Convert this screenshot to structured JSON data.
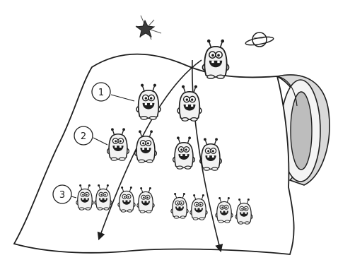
{
  "labels": {
    "level_1": "1",
    "level_2": "2",
    "level_3": "3"
  },
  "colors": {
    "ink": "#1e1e1e",
    "paper": "#ffffff",
    "shade": "#d9d9d9",
    "alien_skin": "#f2f2f2",
    "star": "#3a3a3a"
  },
  "icons": [
    "star-icon",
    "planet-icon",
    "alien-icon",
    "arrow-icon"
  ]
}
